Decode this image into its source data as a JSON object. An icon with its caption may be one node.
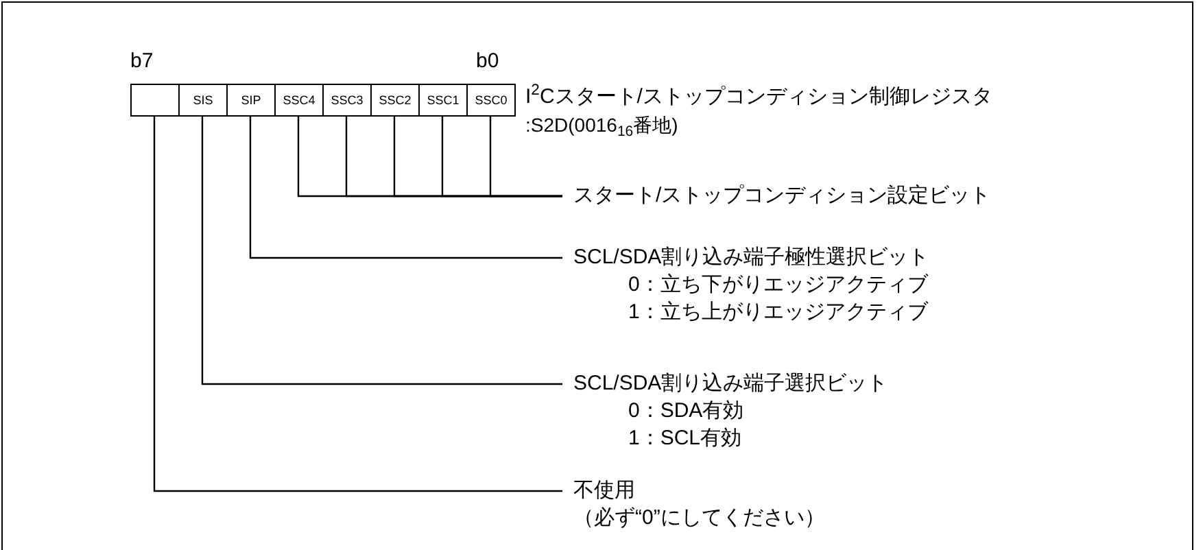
{
  "diagram": {
    "nodes": [
      {
        "text": [],
        "shape": "box"
      },
      {
        "text": [
          "SIS"
        ]
      },
      {
        "text": [
          "SIP"
        ]
      },
      {
        "text": [
          "SSC4"
        ]
      },
      {
        "text": [
          "SSC3"
        ]
      },
      {
        "text": [
          "SSC2"
        ]
      },
      {
        "text": [
          "SSC1"
        ]
      },
      {
        "text": [
          "SSC0"
        ]
      },
      {
        "text": [
          "スタート/ストップコンディション設定ビット"
        ]
      },
      {
        "text": [
          "SCL/SDA割り込み端子極性選択ビット",
          "0：立ち下がりエッジアクティブ",
          "1：立ち上がりエッジアクティブ"
        ]
      },
      {
        "text": [
          "SCL/SDA割り込み端子選択ビット",
          "0：SDA有効",
          "1：SCL有効"
        ]
      },
      {
        "text": [
          "不使用",
          "（必ず“0”にしてください）"
        ]
      }
    ],
    "edges": [
      {
        "from": 3,
        "to": 8,
        "arrow": "none"
      },
      {
        "from": 4,
        "to": 8,
        "arrow": "none"
      },
      {
        "from": 5,
        "to": 8,
        "arrow": "none"
      },
      {
        "from": 6,
        "to": 8,
        "arrow": "none"
      },
      {
        "from": 7,
        "to": 8,
        "arrow": "none"
      },
      {
        "from": 2,
        "to": 9,
        "arrow": "none"
      },
      {
        "from": 1,
        "to": 10,
        "arrow": "none"
      },
      {
        "from": 0,
        "to": 11,
        "arrow": "none"
      }
    ],
    "labels": [
      "b7",
      "b0",
      "I$^{2}$Cスタート/ストップコンディション制御レジスタ",
      ":S2D(0016$_{16}$番地)"
    ]
  }
}
